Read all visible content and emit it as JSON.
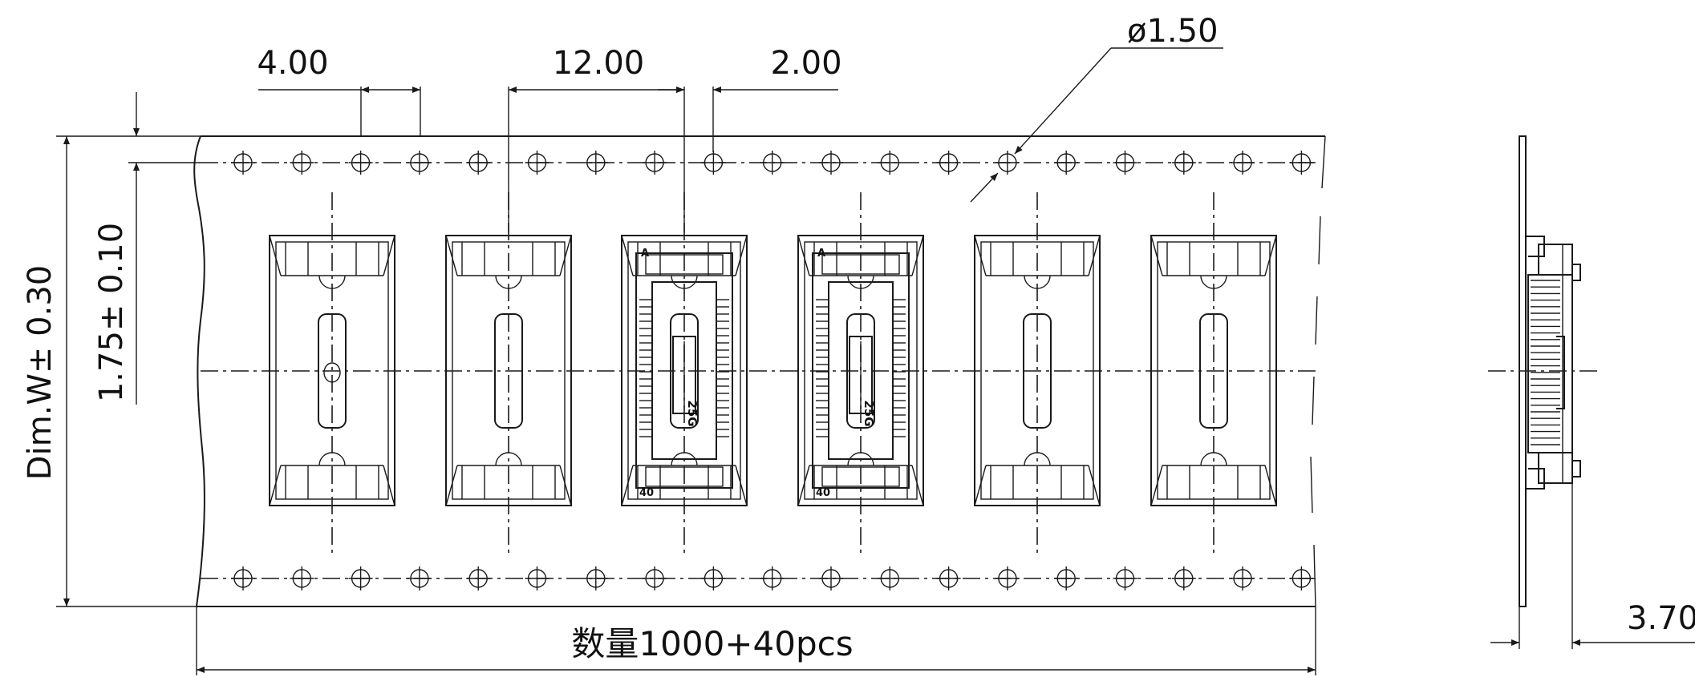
{
  "dimensions": {
    "pitch_small": "4.00",
    "pitch_pocket": "12.00",
    "offset": "2.00",
    "hole_diameter": "ø1.50",
    "tape_width": "Dim.W± 0.30",
    "hole_row_offset": "1.75± 0.10",
    "thickness": "3.70"
  },
  "quantity_label": "数量1000+40pcs",
  "pocket_labels": {
    "pin_start": "A",
    "pin_end": "40",
    "part_mark": "25G"
  },
  "colors": {
    "line": "#1a1a1a",
    "background": "#ffffff"
  }
}
